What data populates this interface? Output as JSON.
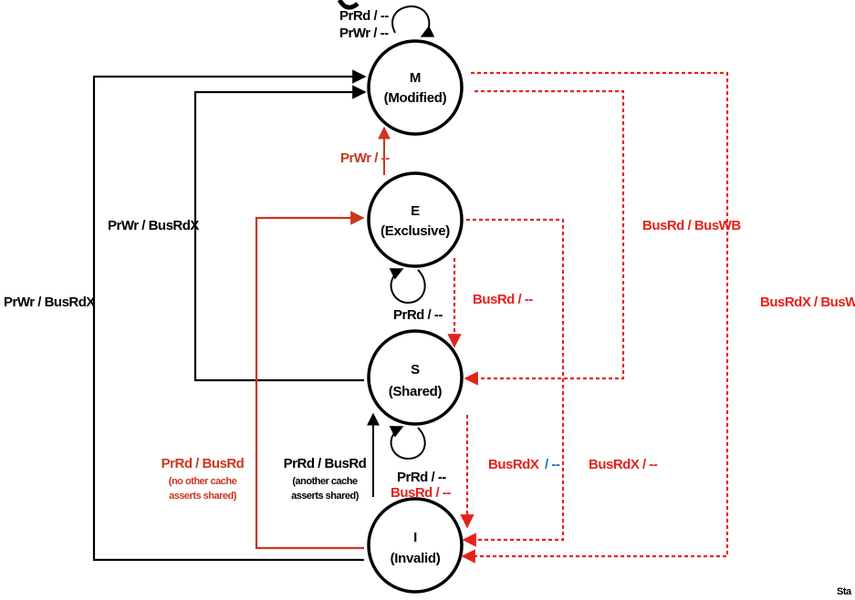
{
  "colors": {
    "black": "#000000",
    "solid_red": "#c8371e",
    "bus_red": "#e8201a",
    "blue": "#2266cc"
  },
  "states": {
    "m": {
      "letter": "M",
      "name": "(Modified)"
    },
    "e": {
      "letter": "E",
      "name": "(Exclusive)"
    },
    "s": {
      "letter": "S",
      "name": "(Shared)"
    },
    "i": {
      "letter": "I",
      "name": "(Invalid)"
    }
  },
  "labels": {
    "m_self_1": "PrRd / --",
    "m_self_2": "PrWr / --",
    "e_to_m": "PrWr / --",
    "s_to_m": "PrWr / BusRdX",
    "i_to_m": "PrWr / BusRdX",
    "e_self": "PrRd / --",
    "e_to_s": "BusRd / --",
    "m_to_s": "BusRd / BusWB",
    "m_to_i": "BusRdX / BusWB",
    "s_self": "PrRd / --",
    "s_self_bus": "BusRd / --",
    "s_to_i_1": "BusRdX",
    "s_to_i_2": "/ --",
    "e_to_i": "BusRdX / --",
    "i_to_e_1": "PrRd / BusRd",
    "i_to_e_2": "(no other cache",
    "i_to_e_3": "asserts shared)",
    "i_to_s_1": "PrRd / BusRd",
    "i_to_s_2": "(another cache",
    "i_to_s_3": "asserts shared)",
    "corner_fragment": "Sta"
  }
}
